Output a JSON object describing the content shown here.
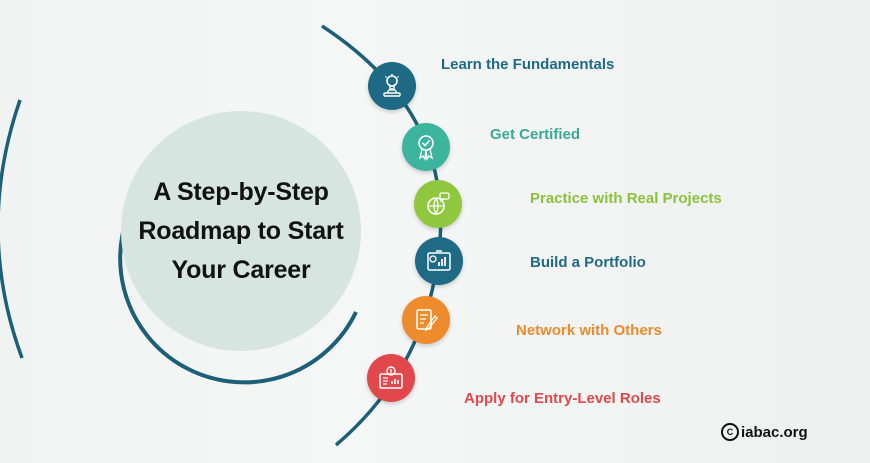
{
  "title": "A Step-by-Step Roadmap to Start Your Career",
  "steps": [
    {
      "label": "Learn the Fundamentals",
      "icon": "lightbulb-person-icon",
      "color": "#1e6a85",
      "text_color": "#1e6a85"
    },
    {
      "label": "Get Certified",
      "icon": "certificate-ribbon-icon",
      "color": "#3db49d",
      "text_color": "#3aaa94"
    },
    {
      "label": "Practice with Real Projects",
      "icon": "globe-chat-icon",
      "color": "#8fc73e",
      "text_color": "#8bc13c"
    },
    {
      "label": "Build a Portfolio",
      "icon": "report-chart-icon",
      "color": "#1f6a84",
      "text_color": "#1f6a84"
    },
    {
      "label": "Network with Others",
      "icon": "document-pen-icon",
      "color": "#ee8b2c",
      "text_color": "#ec8a2c"
    },
    {
      "label": "Apply for Entry-Level Roles",
      "icon": "resume-dollar-icon",
      "color": "#e2474c",
      "text_color": "#e0484c"
    }
  ],
  "brand": {
    "mark": "C",
    "text": "iabac.org"
  }
}
